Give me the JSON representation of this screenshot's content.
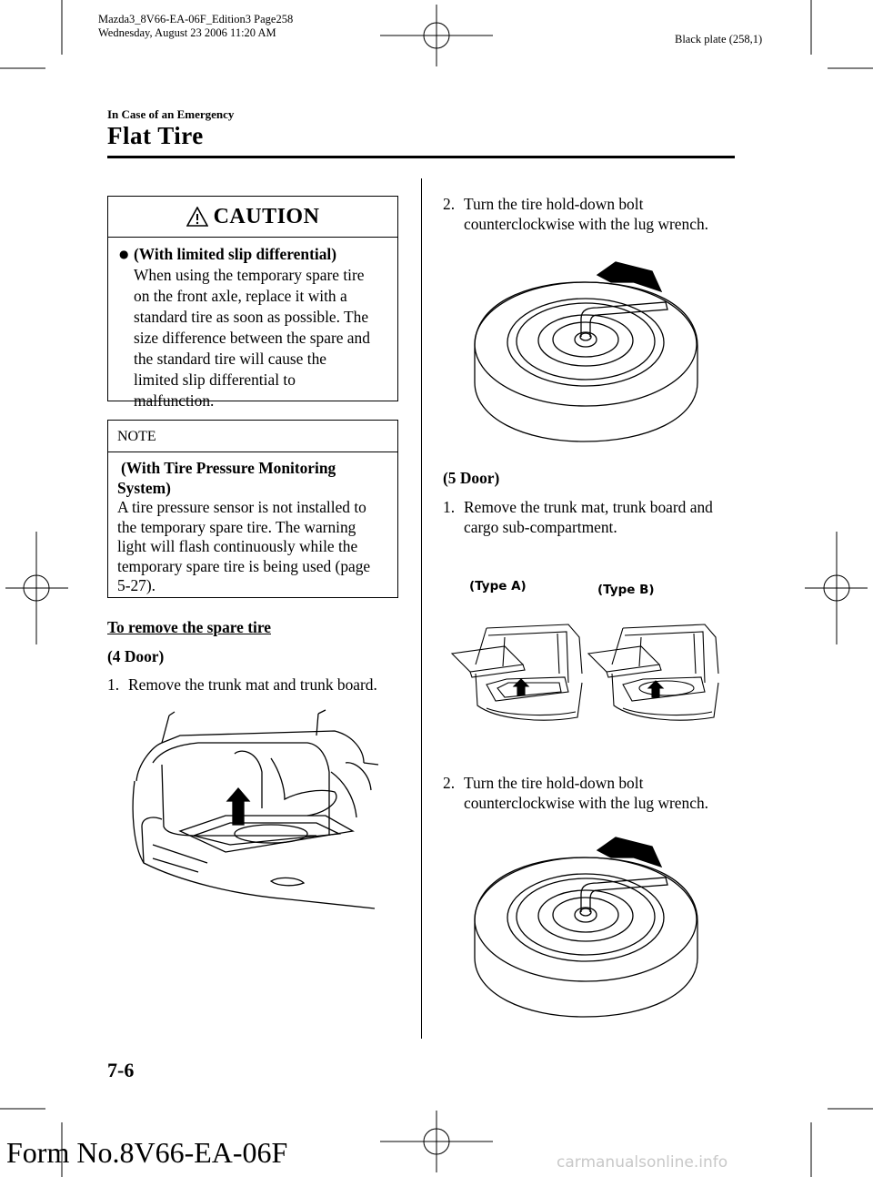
{
  "print_header": {
    "line1": "Mazda3_8V66-EA-06F_Edition3 Page258",
    "line2": "Wednesday, August 23 2006 11:20 AM",
    "plate": "Black plate (258,1)"
  },
  "page": {
    "section": "In Case of an Emergency",
    "title": "Flat Tire",
    "page_number": "7-6",
    "form_number": "Form No.8V66-EA-06F",
    "watermark": "carmanualsonline.info"
  },
  "caution": {
    "title": "CAUTION",
    "bullet": "l",
    "heading": "(With limited slip differential)",
    "lines": [
      "When using the temporary spare tire",
      "on the front axle, replace it with a",
      "standard tire as soon as possible. The",
      "size difference between the spare and",
      "the standard tire will cause the",
      "limited slip differential to",
      "malfunction."
    ]
  },
  "note": {
    "title": "NOTE",
    "heading_line1": "(With Tire Pressure Monitoring",
    "heading_line2": "System)",
    "lines": [
      "A tire pressure sensor is not installed to",
      "the temporary spare tire. The warning",
      "light will flash continuously while the",
      "temporary spare tire is being used (page",
      "5-27)."
    ]
  },
  "left_column": {
    "subheading": "To remove the spare tire",
    "four_door": "(4 Door)",
    "step1_num": "1.",
    "step1_text": "Remove the trunk mat and trunk board."
  },
  "right_column": {
    "step2a_num": "2.",
    "step2a_line1": "Turn the tire hold-down bolt",
    "step2a_line2": "counterclockwise with the lug wrench.",
    "five_door": "(5 Door)",
    "step1_num": "1.",
    "step1_line1": "Remove the trunk mat, trunk board and",
    "step1_line2": "cargo sub-compartment.",
    "type_a": "(Type A)",
    "type_b": "(Type B)",
    "step2b_num": "2.",
    "step2b_line1": "Turn the tire hold-down bolt",
    "step2b_line2": "counterclockwise with the lug wrench."
  }
}
